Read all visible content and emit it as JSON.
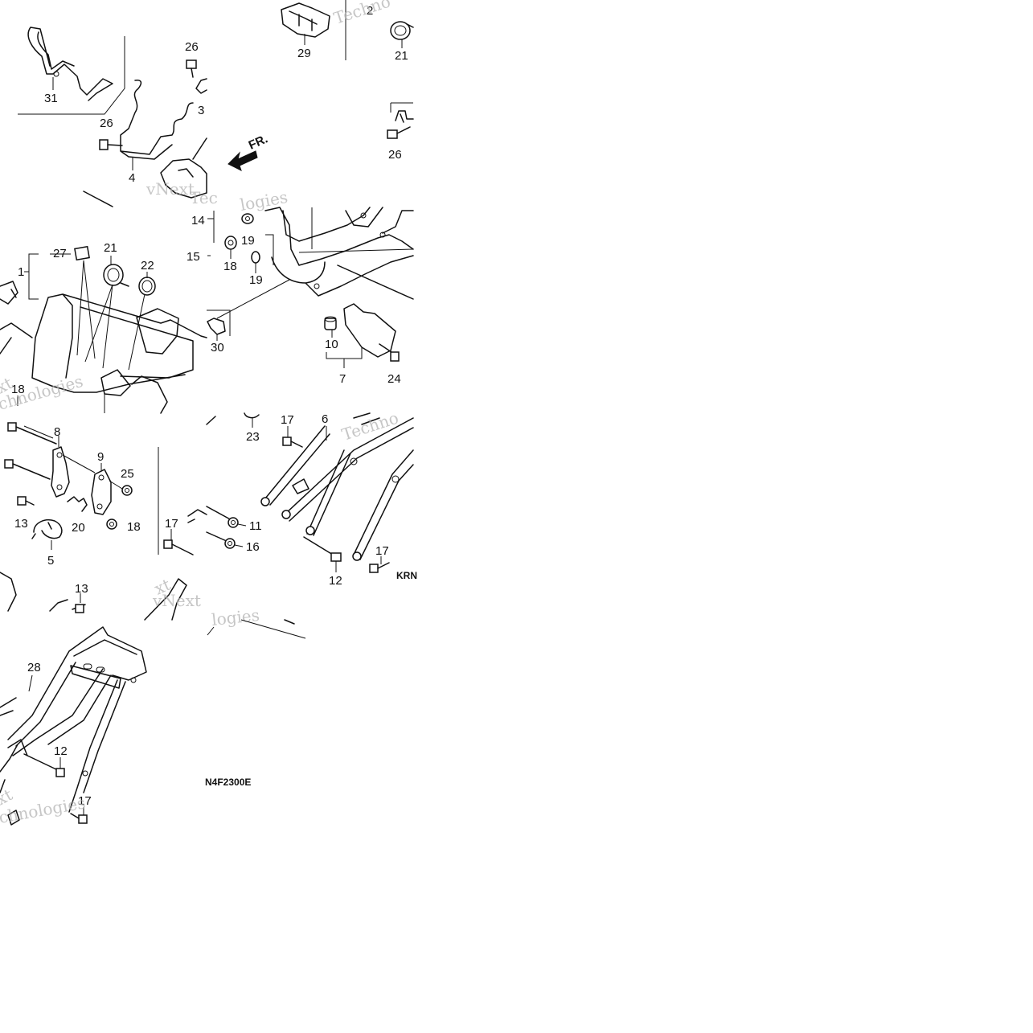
{
  "diagram": {
    "labels": {
      "p1": "1",
      "p2": "2",
      "p3": "3",
      "p4": "4",
      "p5": "5",
      "p6": "6",
      "p7": "7",
      "p8": "8",
      "p9": "9",
      "p10": "10",
      "p11": "11",
      "p12a": "12",
      "p12b": "12",
      "p13a": "13",
      "p13b": "13",
      "p14": "14",
      "p15": "15",
      "p16": "16",
      "p17a": "17",
      "p17b": "17",
      "p17c": "17",
      "p17d": "17",
      "p18a": "18",
      "p18b": "18",
      "p18c": "18",
      "p19a": "19",
      "p19b": "19",
      "p20": "20",
      "p21a": "21",
      "p21b": "21",
      "p22": "22",
      "p23": "23",
      "p24": "24",
      "p25": "25",
      "p26a": "26",
      "p26b": "26",
      "p26c": "26",
      "p27": "27",
      "p28": "28",
      "p29": "29",
      "p30": "30",
      "p31": "31"
    },
    "front_marker": "FR.",
    "code_a": "KRN",
    "code_b": "N4F2300E",
    "watermark": {
      "brand": "vNext",
      "tail": "Technologies",
      "part_a": "Techno",
      "part_b": "chnologies",
      "part_c": "logies",
      "part_d": "xt",
      "part_e": "Tec"
    }
  }
}
